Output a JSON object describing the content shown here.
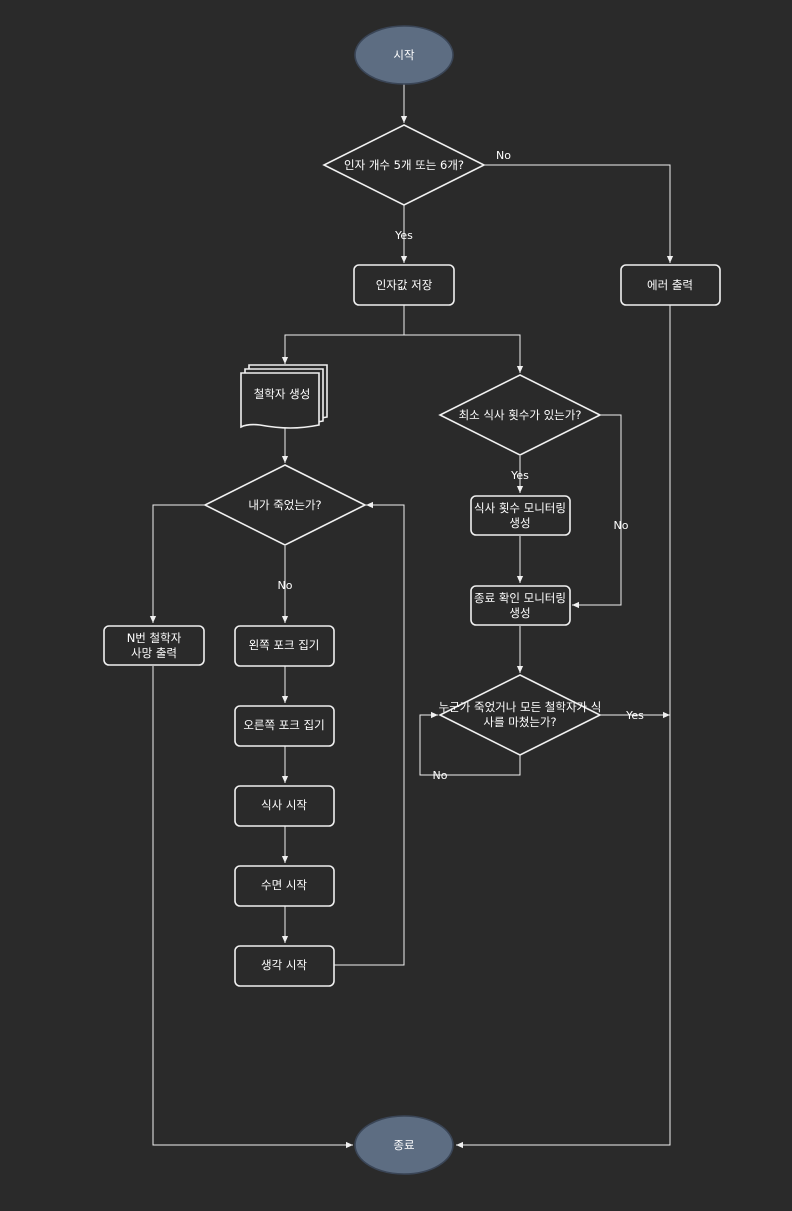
{
  "nodes": {
    "start": "시작",
    "arg_check": "인자 개수 5개 또는 6개?",
    "save_args": "인자값 저장",
    "error_out": "에러 출력",
    "create_philo": "철학자 생성",
    "am_i_dead": "내가 죽었는가?",
    "print_dead_1": "N번 철학자",
    "print_dead_2": "사망 출력",
    "left_fork": "왼쪽 포크 집기",
    "right_fork": "오른쪽 포크 집기",
    "eat": "식사 시작",
    "sleep": "수면 시작",
    "think": "생각 시작",
    "min_meal_check": "최소 식사 횟수가 있는가?",
    "meal_monitor_1": "식사 횟수 모니터링",
    "meal_monitor_2": "생성",
    "end_monitor_1": "종료 확인 모니터링",
    "end_monitor_2": "생성",
    "final_check_1": "누군가 죽었거나 모든 철학자가 식",
    "final_check_2": "사를 마쳤는가?",
    "end": "종료"
  },
  "edges": {
    "arg_no": "No",
    "arg_yes": "Yes",
    "dead_no": "No",
    "meal_yes": "Yes",
    "meal_no": "No",
    "final_yes": "Yes",
    "final_no": "No"
  },
  "colors": {
    "background": "#2a2a2a",
    "stroke": "#f0f0f0",
    "terminal_fill": "#5d6d82",
    "text": "#ffffff"
  }
}
